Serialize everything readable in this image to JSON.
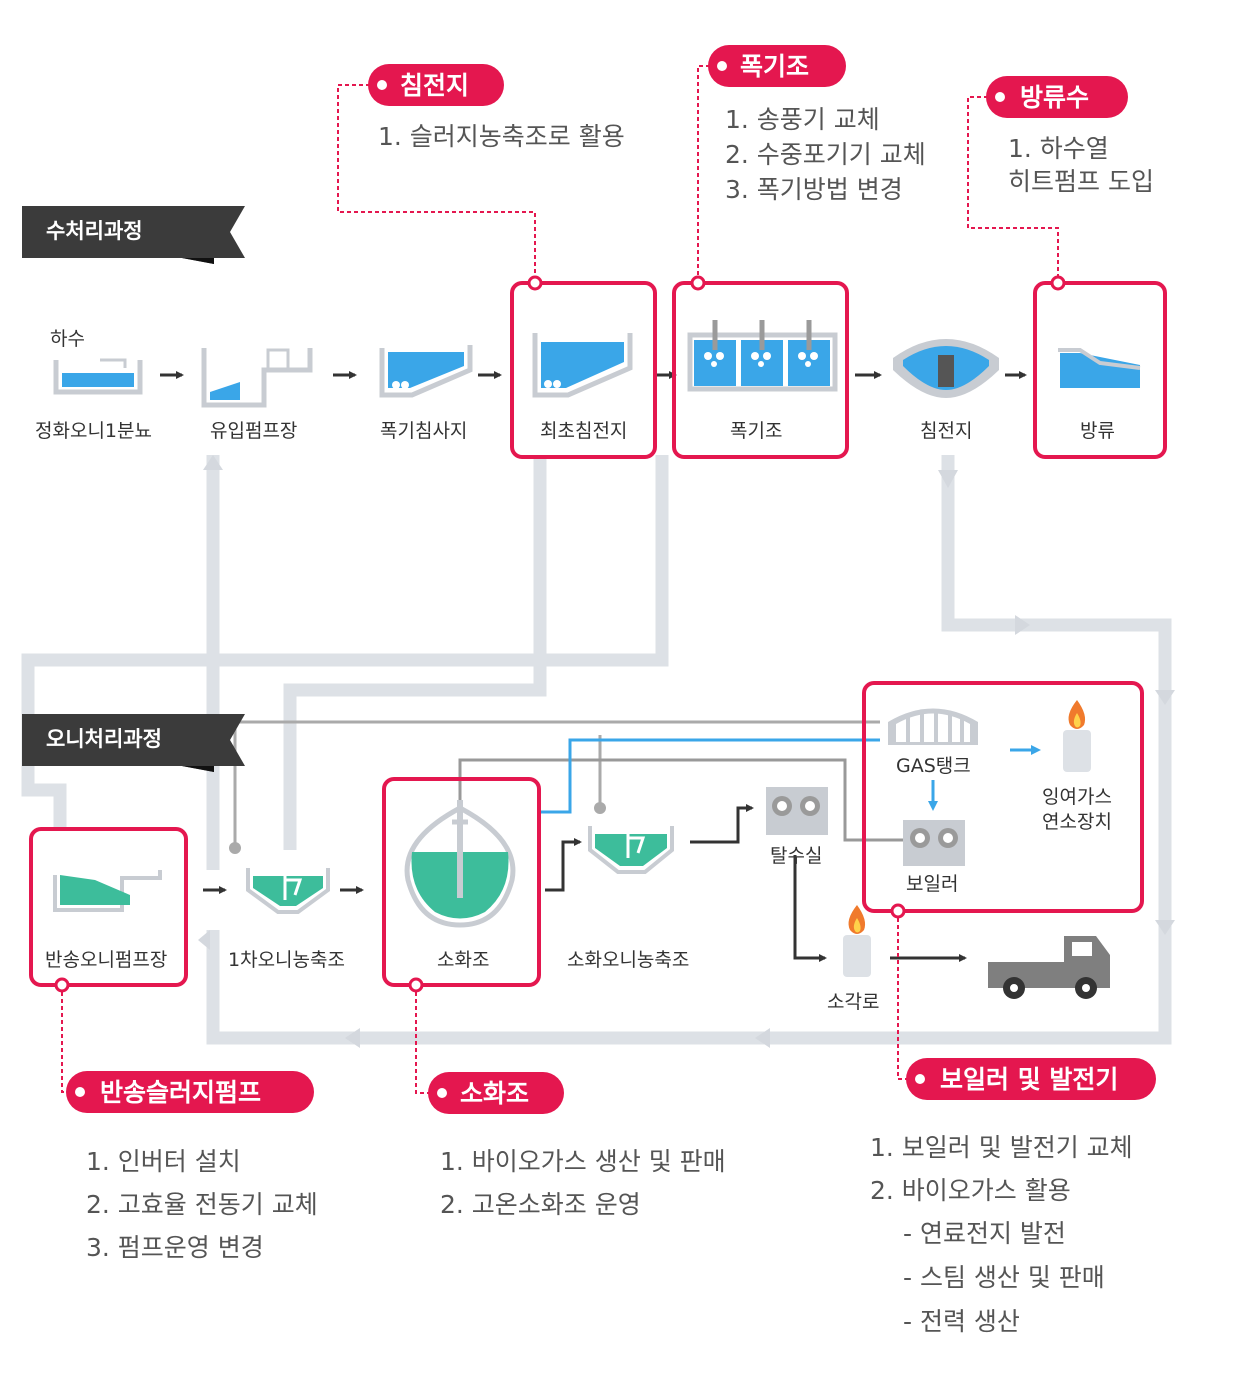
{
  "sections": {
    "water": "수처리과정",
    "sludge": "오니처리과정"
  },
  "labels": {
    "inflow": "하수",
    "grit": "정화오니1분뇨",
    "pump": "유입펌프장",
    "aer_grit": "폭기침사지",
    "primary": "최초침전지",
    "aeration": "폭기조",
    "secondary": "침전지",
    "discharge": "방류",
    "return_pump": "반송오니펌프장",
    "thick1": "1차오니농축조",
    "digester": "소화조",
    "dig_thick": "소화오니농축조",
    "dewater": "탈수실",
    "incinerator": "소각로",
    "gas_tank": "GAS탱크",
    "boiler": "보일러",
    "flare_1": "잉여가스",
    "flare_2": "연소장치"
  },
  "callouts": {
    "sedimentation": {
      "title": "침전지",
      "items": [
        "1. 슬러지농축조로 활용"
      ]
    },
    "aeration": {
      "title": "폭기조",
      "items": [
        "1. 송풍기 교체",
        "2. 수중포기기 교체",
        "3. 폭기방법 변경"
      ]
    },
    "effluent": {
      "title": "방류수",
      "items": [
        "1. 하수열",
        "히트펌프 도입"
      ]
    },
    "return_pump": {
      "title": "반송슬러지펌프",
      "items": [
        "1. 인버터 설치",
        "2. 고효율 전동기 교체",
        "3. 펌프운영 변경"
      ]
    },
    "digester": {
      "title": "소화조",
      "items": [
        "1. 바이오가스 생산 및 판매",
        "2. 고온소화조 운영"
      ]
    },
    "boiler": {
      "title": "보일러 및 발전기",
      "items": [
        "1. 보일러 및 발전기 교체",
        "2. 바이오가스 활용",
        "- 연료전지 발전",
        "- 스팀 생산 및 판매",
        "- 전력 생산"
      ]
    }
  },
  "colors": {
    "accent": "#e4174f",
    "water": "#3aa6e8",
    "sludge": "#3dbd9b",
    "pipe": "#dde1e6",
    "dark_tag": "#3b3b3b"
  }
}
